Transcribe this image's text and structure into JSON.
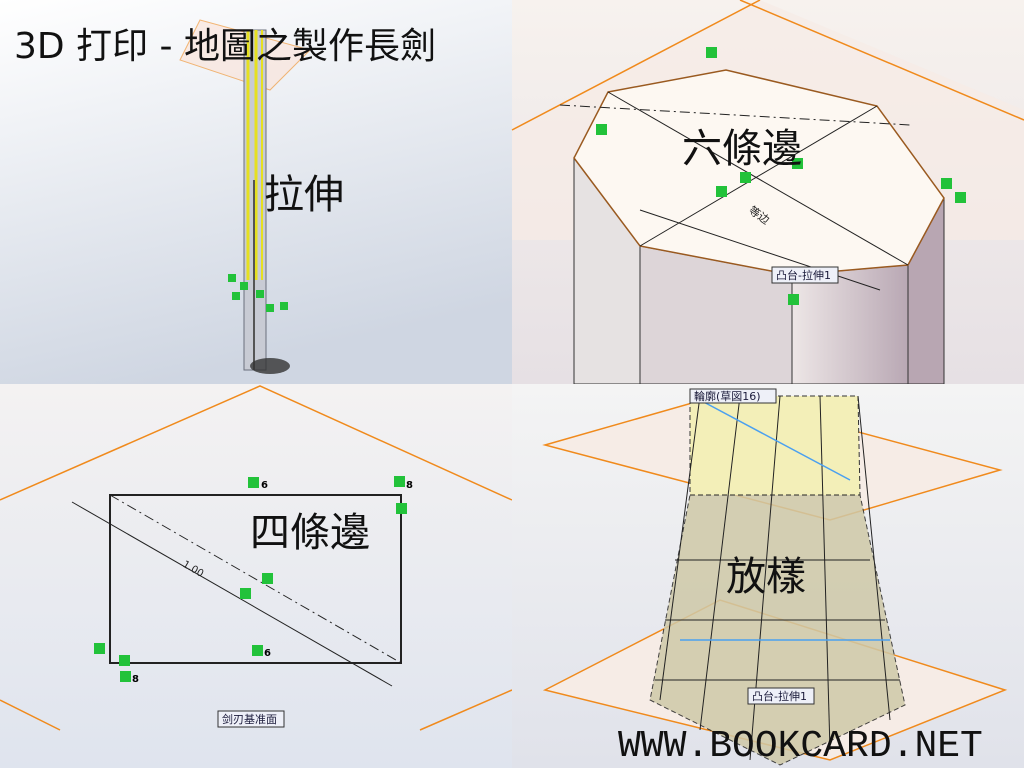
{
  "title": "3D 打印 - 地圖之製作長劍",
  "panels": {
    "extrude": {
      "caption": "拉伸"
    },
    "hexagon": {
      "caption": "六條邊",
      "feature_tag": "凸台-拉伸1",
      "dimension": "等边"
    },
    "rectangle": {
      "caption": "四條邊",
      "plane_tag": "剑刃基准面",
      "dimension": "1.00",
      "relation_top": "6",
      "relation_bottom": "6",
      "relation_corner_tr": "8",
      "relation_corner_bl": "8"
    },
    "loft": {
      "caption": "放樣",
      "profile_tag": "輪廓(草図16)",
      "feature_tag": "凸台-拉伸1"
    }
  },
  "watermark": "WWW.BOOKCARD.NET",
  "colors": {
    "plane": "#f08a1c",
    "relation": "#22c23a",
    "sketch": "#222222",
    "loft": "#f3efb8"
  }
}
